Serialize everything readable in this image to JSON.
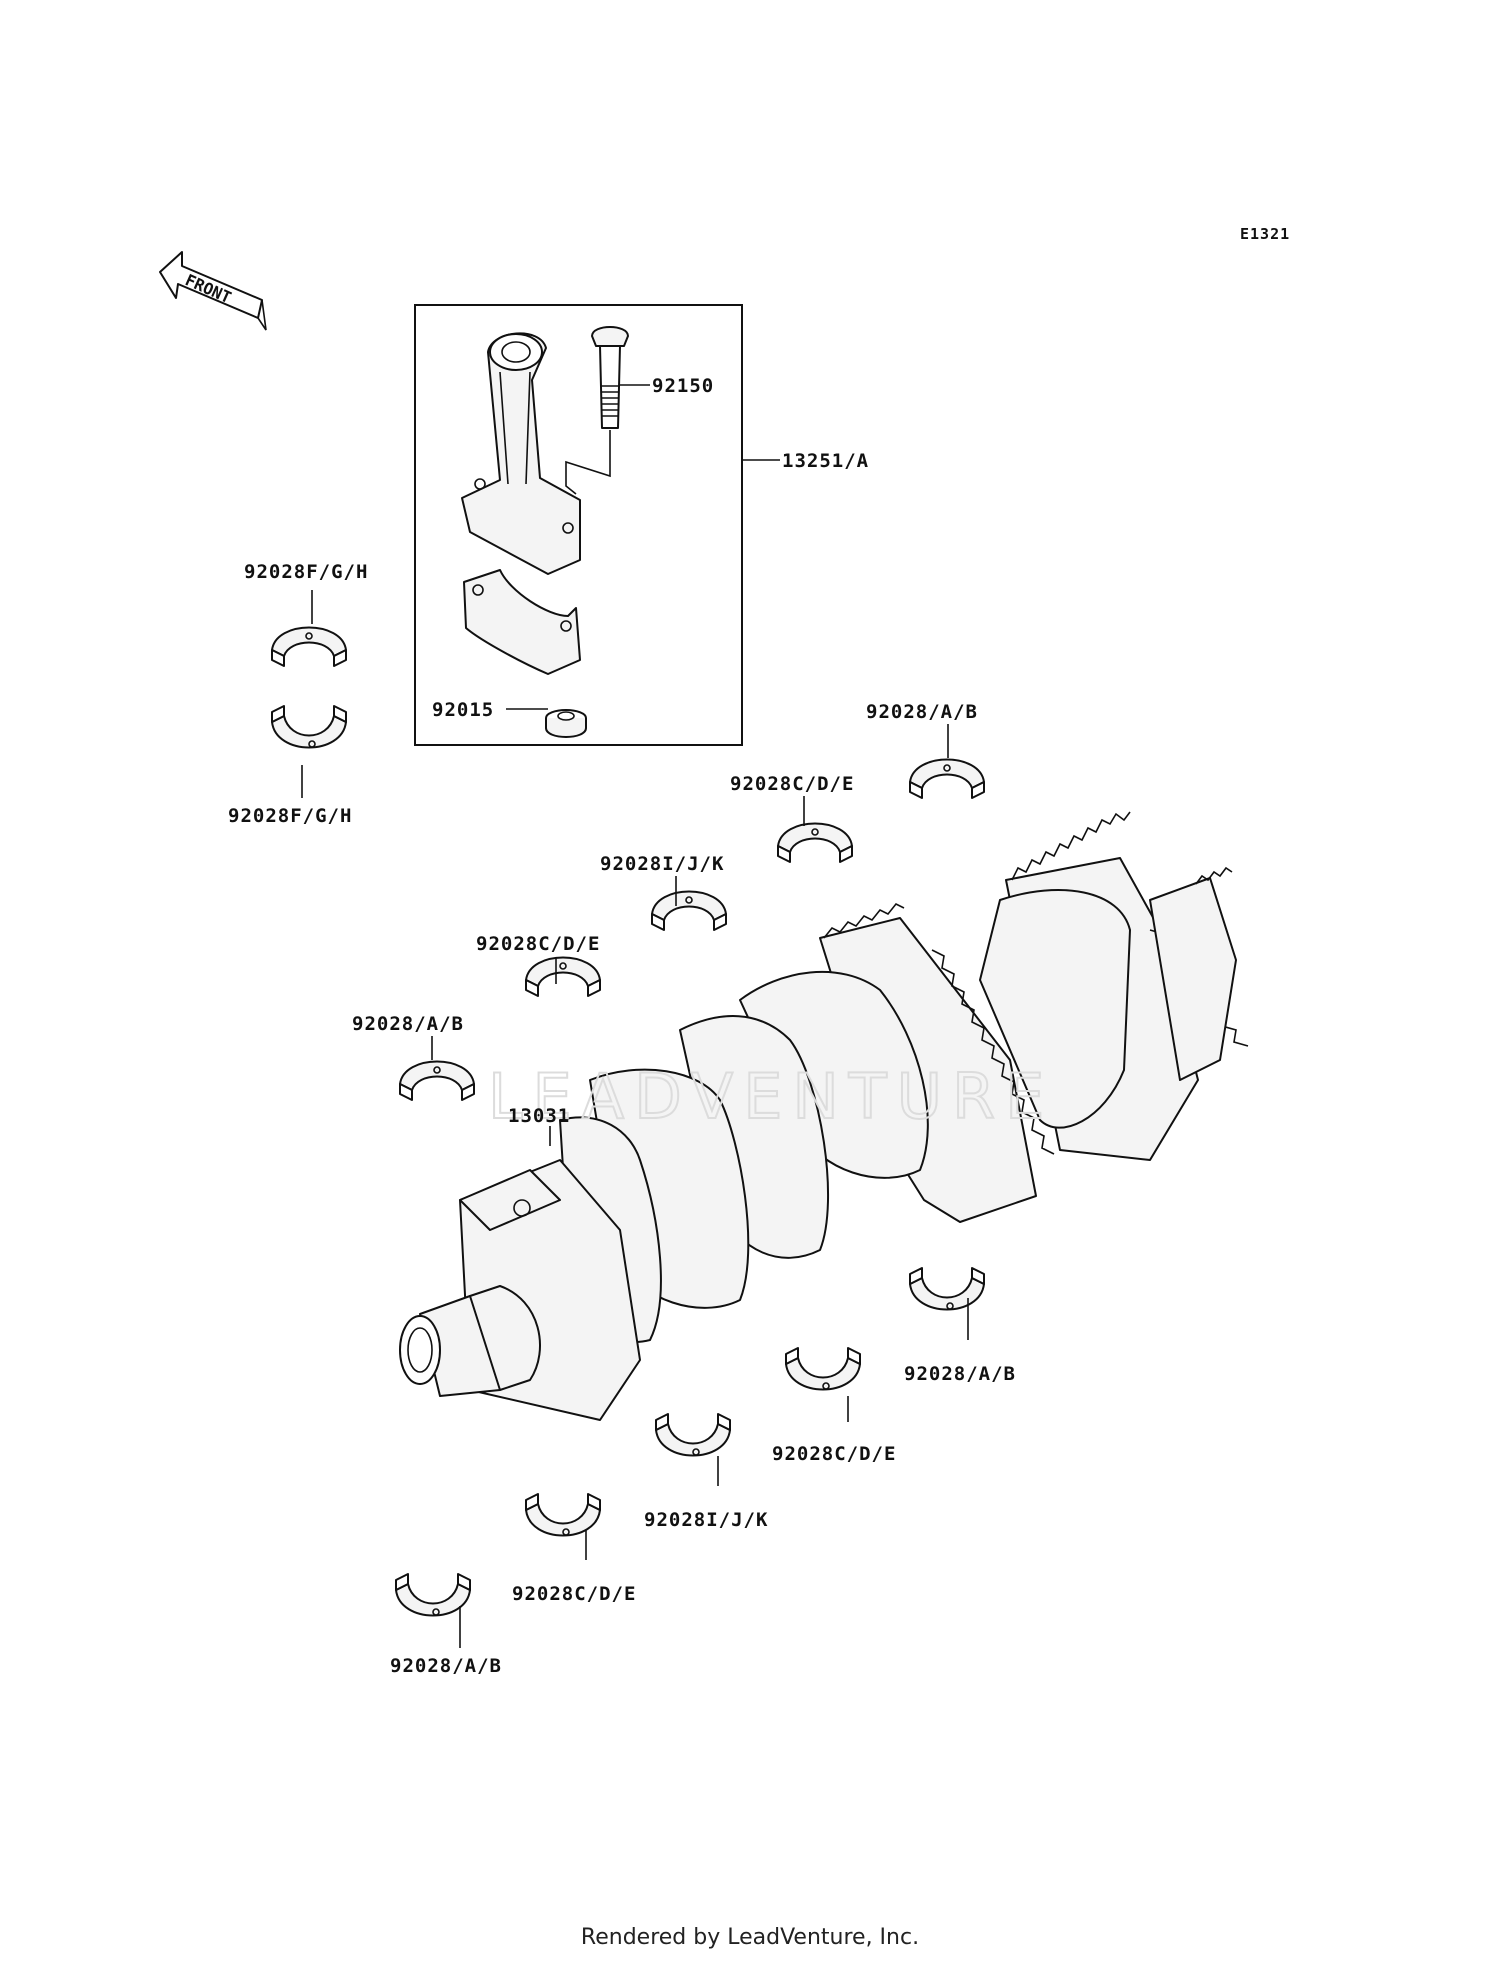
{
  "diagram_code": "E1321",
  "front_label": "FRONT",
  "watermark": "LEADVENTURE",
  "footer": "Rendered by LeadVenture, Inc.",
  "callouts": {
    "bolt": "92150",
    "con_rod_assy": "13251/A",
    "nut": "92015",
    "rod_bearing_upper": "92028F/G/H",
    "rod_bearing_lower": "92028F/G/H",
    "crankshaft": "13031",
    "main_upper_1": "92028/A/B",
    "main_upper_2": "92028C/D/E",
    "main_upper_3": "92028I/J/K",
    "main_upper_4": "92028C/D/E",
    "main_upper_5": "92028/A/B",
    "main_lower_1": "92028/A/B",
    "main_lower_2": "92028C/D/E",
    "main_lower_3": "92028I/J/K",
    "main_lower_4": "92028C/D/E",
    "main_lower_5": "92028/A/B"
  }
}
